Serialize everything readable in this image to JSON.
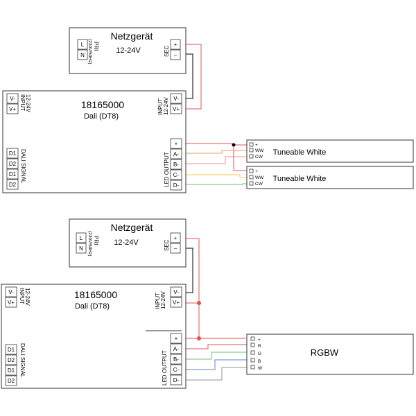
{
  "colors": {
    "red": "#e05050",
    "orange": "#f0a060",
    "lightred": "#f09090",
    "yellow": "#e8d040",
    "green": "#70c070",
    "blue": "#6080d0",
    "gray": "#909090",
    "black": "#000000"
  },
  "top": {
    "psu": {
      "title": "Netzgerät",
      "voltage": "12-24V",
      "pri_label": "PRI",
      "pri_spec": "(230V/50Hz)",
      "pri_terms": [
        "L",
        "N"
      ],
      "sec_label": "SEC",
      "sec_terms": [
        "+",
        "–"
      ]
    },
    "controller": {
      "id": "18165000",
      "model": "Dali (DT8)",
      "input_left_label": "INPUT",
      "input_left_volt": "12-24V",
      "input_left_terms": [
        "V-",
        "V+"
      ],
      "input_right_label": "INPUT",
      "input_right_volt": "12-24V",
      "input_right_terms": [
        "V-",
        "V+"
      ],
      "dali_label": "DALI SIGNAL",
      "dali_terms": [
        "D1",
        "D2",
        "D1",
        "D2"
      ],
      "output_label": "LED OUTPUT",
      "output_terms": [
        "+",
        "A-",
        "B-",
        "C-",
        "D-"
      ]
    },
    "loads": [
      {
        "name": "Tuneable White",
        "terms": [
          "+",
          "WW",
          "CW"
        ]
      },
      {
        "name": "Tuneable White",
        "terms": [
          "+",
          "WW",
          "CW"
        ]
      }
    ]
  },
  "bottom": {
    "psu": {
      "title": "Netzgerät",
      "voltage": "12-24V",
      "pri_label": "PRI",
      "pri_spec": "(230V/50Hz)",
      "pri_terms": [
        "L",
        "N"
      ],
      "sec_label": "SEC",
      "sec_terms": [
        "+",
        "–"
      ]
    },
    "controller": {
      "id": "18165000",
      "model": "Dali (DT8)",
      "input_left_label": "INPUT",
      "input_left_volt": "12-24V",
      "input_left_terms": [
        "V-",
        "V+"
      ],
      "input_right_label": "INPUT",
      "input_right_volt": "12-24V",
      "input_right_terms": [
        "V-",
        "V+"
      ],
      "dali_label": "DALI SIGNAL",
      "dali_terms": [
        "D1",
        "D2",
        "D1",
        "D2"
      ],
      "output_label": "LED OUTPUT",
      "output_terms": [
        "+",
        "A-",
        "B-",
        "C-",
        "D-"
      ]
    },
    "load": {
      "name": "RGBW",
      "terms": [
        "+",
        "R",
        "G",
        "B",
        "W"
      ]
    }
  }
}
